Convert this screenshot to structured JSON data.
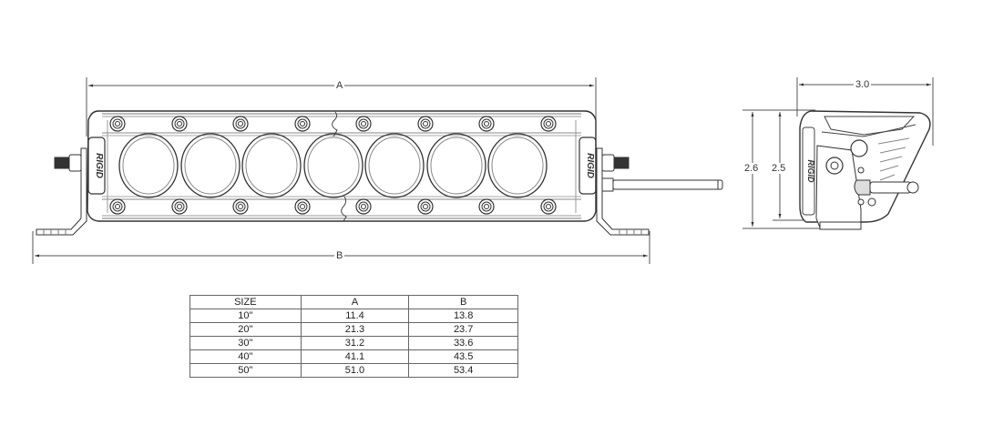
{
  "drawing": {
    "subject": "LED light bar dimension drawing",
    "front_view": {
      "brand_mark": "RIGID",
      "lens_count": 7,
      "bolt_count_per_row": 8,
      "dimensions": {
        "overall_housing_label": "A",
        "overall_with_brackets_label": "B"
      }
    },
    "side_view": {
      "brand_mark": "RIGID",
      "dimensions": {
        "depth_label": "3.0",
        "height_with_bracket_label": "2.6",
        "housing_height_label": "2.5"
      }
    },
    "stroke_color": "#333333"
  },
  "spec_table": {
    "headers": [
      "SIZE",
      "A",
      "B"
    ],
    "rows": [
      [
        "10\"",
        "11.4",
        "13.8"
      ],
      [
        "20\"",
        "21.3",
        "23.7"
      ],
      [
        "30\"",
        "31.2",
        "33.6"
      ],
      [
        "40\"",
        "41.1",
        "43.5"
      ],
      [
        "50\"",
        "51.0",
        "53.4"
      ]
    ]
  }
}
